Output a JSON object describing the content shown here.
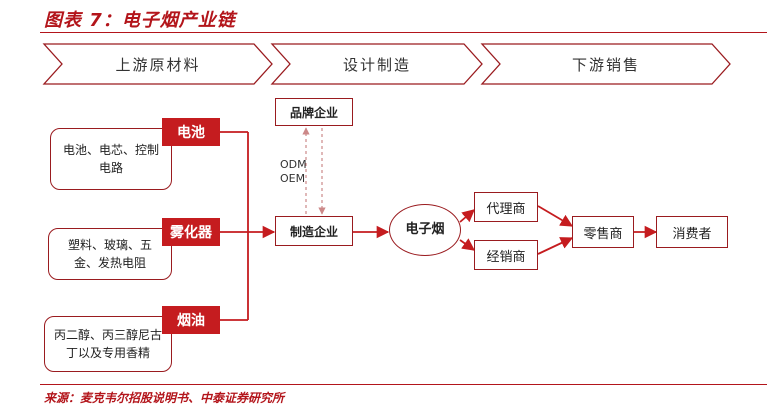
{
  "title": "图表 7：电子烟产业链",
  "stages": [
    "上游原材料",
    "设计制造",
    "下游销售"
  ],
  "upstream": [
    {
      "tag": "电池",
      "desc": "电池、电芯、控制电路"
    },
    {
      "tag": "雾化器",
      "desc": "塑料、玻璃、五金、发热电阻"
    },
    {
      "tag": "烟油",
      "desc": "丙二醇、丙三醇尼古丁以及专用香精"
    }
  ],
  "brand": "品牌企业",
  "oem_lines": [
    "ODM",
    "OEM"
  ],
  "maker": "制造企业",
  "product": "电子烟",
  "channels": [
    "代理商",
    "经销商"
  ],
  "retail": "零售商",
  "consumer": "消费者",
  "source": "来源：麦克韦尔招股说明书、中泰证券研究所",
  "colors": {
    "accent": "#b3151b",
    "tag_fill": "#c51c1f",
    "line": "#9a1b1f"
  }
}
